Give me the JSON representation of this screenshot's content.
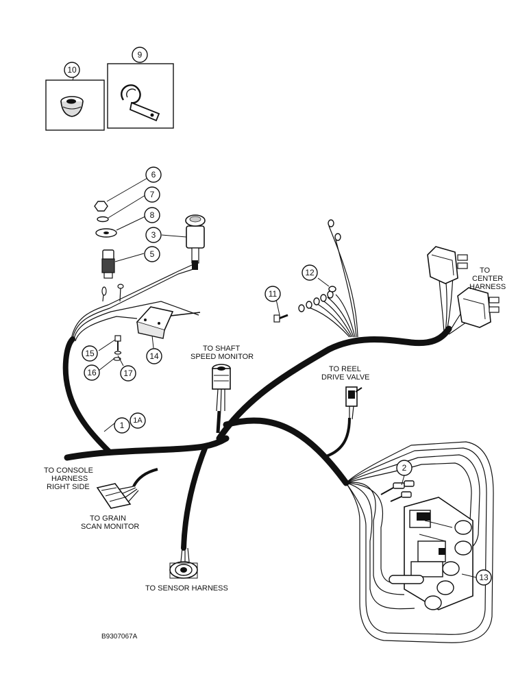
{
  "callouts": {
    "c1": "1",
    "c1a": "1A",
    "c2": "2",
    "c3": "3",
    "c5": "5",
    "c6": "6",
    "c7": "7",
    "c8": "8",
    "c9": "9",
    "c10": "10",
    "c11": "11",
    "c12": "12",
    "c13": "13",
    "c14": "14",
    "c15": "15",
    "c16": "16",
    "c17": "17"
  },
  "labels": {
    "center_1": "TO",
    "center_2": "CENTER",
    "center_3": "HARNESS",
    "shaft_1": "TO SHAFT",
    "shaft_2": "SPEED MONITOR",
    "reel_1": "TO REEL",
    "reel_2": "DRIVE VALVE",
    "console_1": "TO CONSOLE",
    "console_2": "HARNESS",
    "console_3": "RIGHT SIDE",
    "grain_1": "TO GRAIN",
    "grain_2": "SCAN MONITOR",
    "sensor": "TO SENSOR HARNESS"
  },
  "figure_id": "B9307067A"
}
